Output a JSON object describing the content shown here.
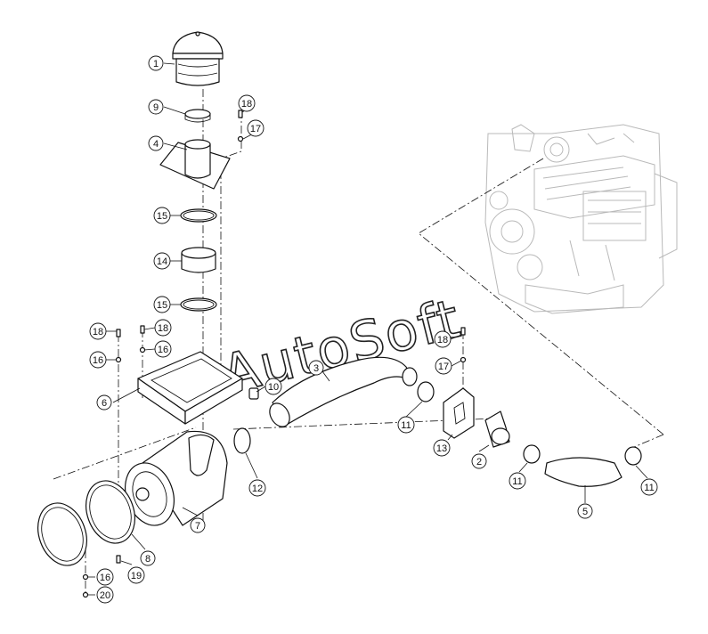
{
  "watermark": "AutoSoft",
  "colors": {
    "line": "#111111",
    "engine": "#b9b9b9",
    "background": "#ffffff"
  },
  "callouts": [
    {
      "id": "c1",
      "label": "1"
    },
    {
      "id": "c9",
      "label": "9"
    },
    {
      "id": "c18a",
      "label": "18"
    },
    {
      "id": "c17a",
      "label": "17"
    },
    {
      "id": "c4",
      "label": "4"
    },
    {
      "id": "c15a",
      "label": "15"
    },
    {
      "id": "c14",
      "label": "14"
    },
    {
      "id": "c15b",
      "label": "15"
    },
    {
      "id": "c18b",
      "label": "18"
    },
    {
      "id": "c18c",
      "label": "18"
    },
    {
      "id": "c16a",
      "label": "16"
    },
    {
      "id": "c16b",
      "label": "16"
    },
    {
      "id": "c6",
      "label": "6"
    },
    {
      "id": "c10",
      "label": "10"
    },
    {
      "id": "c3",
      "label": "3"
    },
    {
      "id": "c18d",
      "label": "18"
    },
    {
      "id": "c17b",
      "label": "17"
    },
    {
      "id": "c11a",
      "label": "11"
    },
    {
      "id": "c13",
      "label": "13"
    },
    {
      "id": "c2",
      "label": "2"
    },
    {
      "id": "c11b",
      "label": "11"
    },
    {
      "id": "c11c",
      "label": "11"
    },
    {
      "id": "c5",
      "label": "5"
    },
    {
      "id": "c12",
      "label": "12"
    },
    {
      "id": "c7",
      "label": "7"
    },
    {
      "id": "c8",
      "label": "8"
    },
    {
      "id": "c19",
      "label": "19"
    },
    {
      "id": "c16c",
      "label": "16"
    },
    {
      "id": "c20",
      "label": "20"
    }
  ]
}
